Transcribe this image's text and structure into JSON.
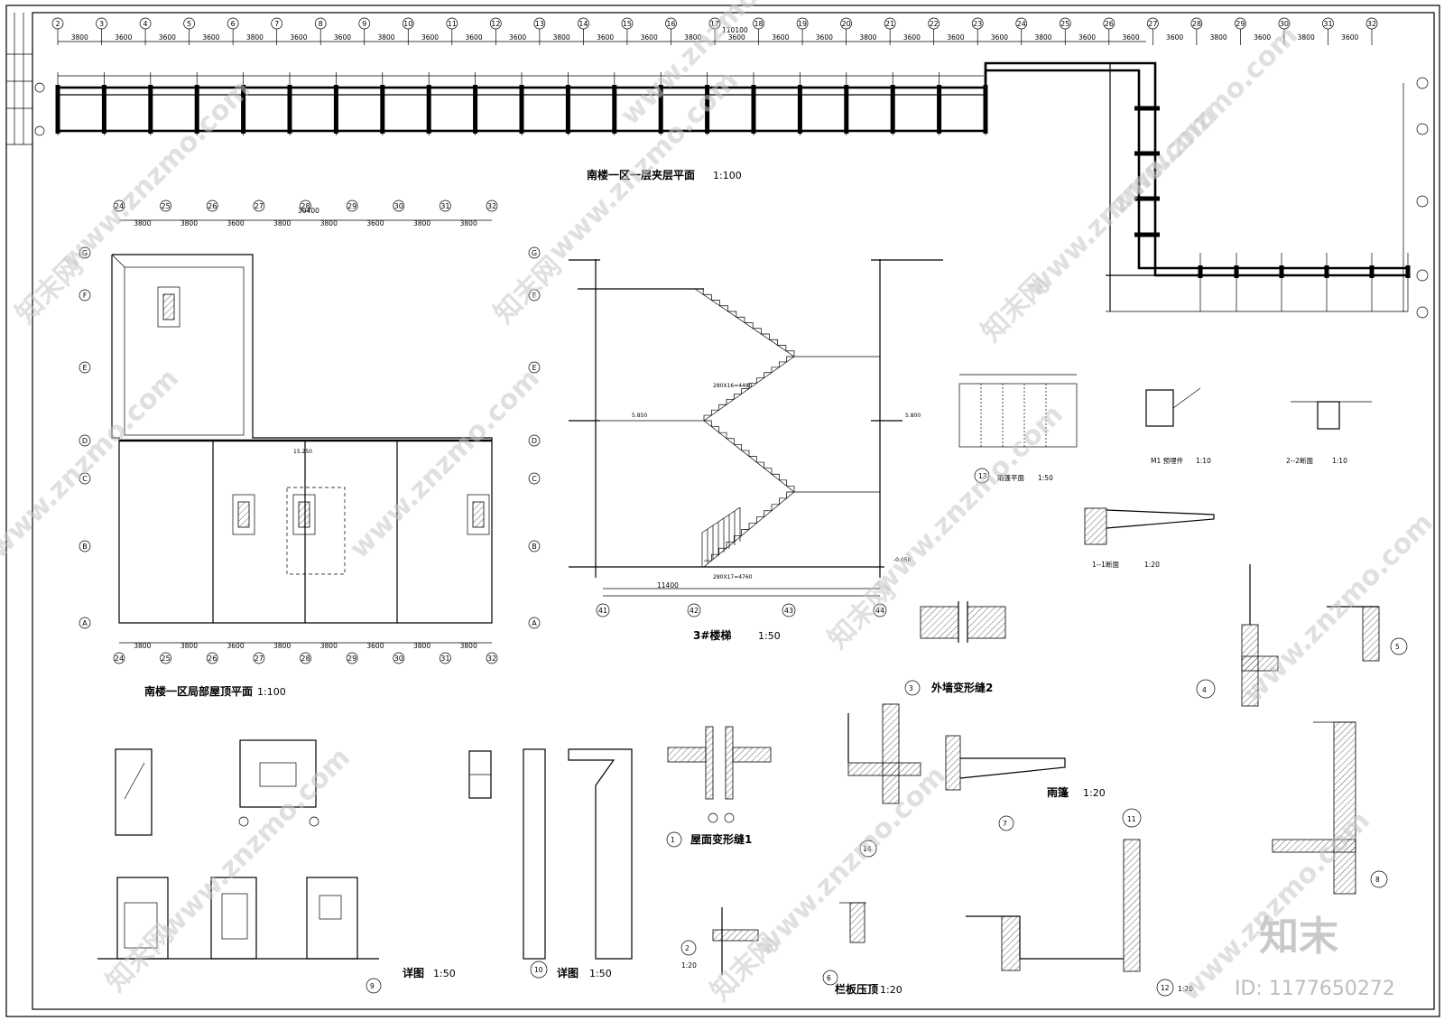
{
  "drawings": {
    "plan_mezzanine": {
      "title": "南楼一区一层夹层平面",
      "scale": "1:100",
      "total_dim": "110100"
    },
    "plan_roof": {
      "title": "南楼一区局部屋顶平面",
      "scale": "1:100",
      "total_dim": "30400",
      "elev": "15.250"
    },
    "stair": {
      "title": "3#楼梯",
      "scale": "1:50",
      "overall": "11400",
      "elev_a": "5.850",
      "elev_b": "5.800",
      "elev_c": "-0.050",
      "flight_1": "280X16=4480",
      "flight_2": "280X17=4760"
    },
    "detail_9": {
      "num": "9",
      "title": "详图",
      "scale": "1:50"
    },
    "detail_10": {
      "num": "10",
      "title": "详图",
      "scale": "1:50"
    },
    "detail_1": {
      "num": "1",
      "title": "屋面变形缝1"
    },
    "detail_2": {
      "num": "2",
      "scale": "1:20"
    },
    "detail_3": {
      "num": "3",
      "title": "外墙变形缝2"
    },
    "detail_4": {
      "num": "4"
    },
    "detail_5": {
      "num": "5"
    },
    "detail_6": {
      "num": "6",
      "title": "栏板压顶",
      "scale": "1:20"
    },
    "detail_7": {
      "num": "7",
      "title": "雨篷",
      "scale": "1:20"
    },
    "detail_8": {
      "num": "8"
    },
    "detail_11": {
      "num": "11"
    },
    "detail_12": {
      "num": "12",
      "scale": "1:20"
    },
    "detail_13": {
      "num": "13",
      "title": "雨篷平面",
      "scale": "1:50"
    },
    "detail_14": {
      "num": "14"
    },
    "section_1": {
      "title": "1--1断面",
      "scale": "1:20"
    },
    "section_2": {
      "title": "2--2断面",
      "scale": "1:10"
    },
    "m1": {
      "title": "M1 预埋件",
      "scale": "1:10"
    }
  },
  "axes_top": [
    "2",
    "3",
    "4",
    "5",
    "6",
    "7",
    "8",
    "9",
    "10",
    "11",
    "12",
    "13",
    "14",
    "15",
    "16",
    "17",
    "18",
    "19",
    "20",
    "21",
    "22",
    "23",
    "24",
    "25",
    "26",
    "27",
    "28",
    "29",
    "30",
    "31",
    "32"
  ],
  "axes_roof": [
    "24",
    "25",
    "26",
    "27",
    "28",
    "29",
    "30",
    "31",
    "32"
  ],
  "axes_roof_rows": [
    "G",
    "F",
    "E",
    "D",
    "C",
    "B",
    "A"
  ],
  "axes_stair": [
    "41",
    "42",
    "43",
    "44"
  ],
  "dims_top": [
    "3800",
    "3600",
    "3600",
    "3600",
    "3800",
    "3600",
    "3600",
    "3800",
    "3600",
    "3600",
    "3600",
    "3800",
    "3600",
    "3600",
    "3800",
    "3600",
    "3600",
    "3600",
    "3800",
    "3600",
    "3600",
    "3600",
    "3800",
    "3600",
    "3600",
    "3600",
    "3800",
    "3600",
    "3800",
    "3600"
  ],
  "dims_roof": [
    "3800",
    "3800",
    "3600",
    "3800",
    "3800",
    "3600",
    "3800",
    "3800"
  ],
  "watermark": "www.znzmo.com",
  "watermark_cn": "知末网",
  "brand": "知末",
  "id_label": "ID: 1177650272"
}
